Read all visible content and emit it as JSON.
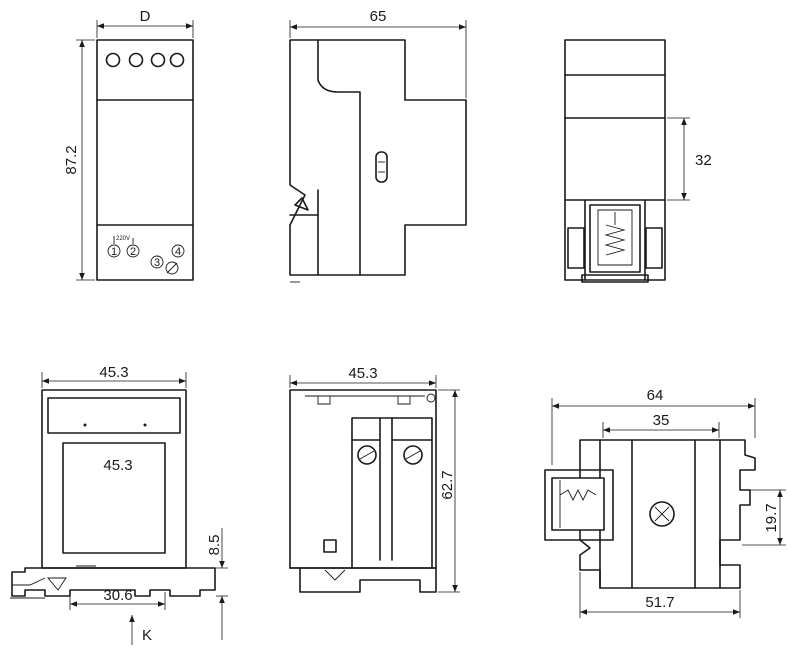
{
  "labels": {
    "front_width": "D",
    "front_height": "87.2",
    "side_width": "65",
    "back_offset": "32",
    "bottom_width": "45.3",
    "bottom_window": "45.3",
    "bottom_rail_height": "8.5",
    "bottom_rail_width": "30.6",
    "bottom_marker": "K",
    "open_width": "45.3",
    "open_height": "62.7",
    "top_total_width": "64",
    "top_inner_width": "35",
    "top_lower_width": "51.7",
    "top_height": "19.7"
  },
  "terminals": {
    "t1": "1",
    "t2": "2",
    "t3": "3",
    "t4": "4",
    "voltage": "220V"
  }
}
